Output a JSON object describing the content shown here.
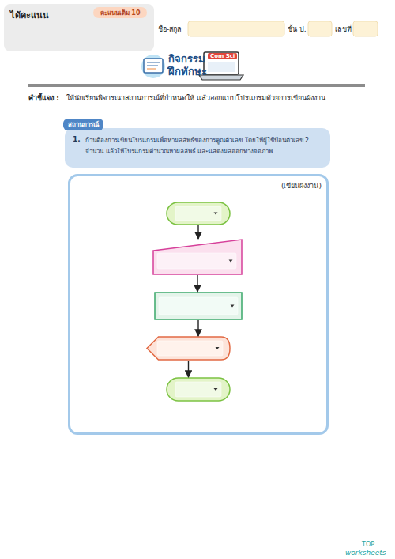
{
  "diagram": {
    "nodes": [
      {
        "text": [
          "ได้คะแนน"
        ]
      },
      {
        "text": [
          "คะแนนเต็ม 10"
        ],
        "in": 0
      },
      {
        "text": [
          "สถานการณ์",
          "1.",
          "ก้านต้องการเขียนโปรแกรมเพื่อหาผลลัพธ์ของการคูณตัวเลข โดยให้ผู้ใช้ป้อนตัวเลข 2 จำนวน แล้วให้โปรแกรมคำนวณหาผลลัพธ์ และแสดงผลออกทางจอภาพ"
        ]
      },
      {
        "text": [
          "(เขียนผังงาน)"
        ]
      },
      {
        "text": [],
        "in": 3
      },
      {
        "text": [],
        "in": 3
      },
      {
        "text": [],
        "in": 3
      },
      {
        "text": [],
        "in": 3
      },
      {
        "text": [],
        "in": 3
      }
    ],
    "edges": [
      {
        "from": 4,
        "to": 5,
        "arrow": "to"
      },
      {
        "from": 5,
        "to": 6,
        "arrow": "to"
      },
      {
        "from": 6,
        "to": 7,
        "arrow": "to"
      },
      {
        "from": 7,
        "to": 8,
        "arrow": "to"
      }
    ],
    "labels": [
      "ชื่อ-สกุล",
      "ชั้น ป.",
      "เลขที่",
      "กิจกรรม",
      "ฝึกทักษะ",
      "Com Sci",
      "คำชี้แจง :",
      "ให้นักเรียนพิจารณาสถานการณ์ที่กำหนดให้ แล้วออกแบบโปรแกรมด้วยการเขียนผังงาน",
      "TOP",
      "worksheets"
    ]
  }
}
